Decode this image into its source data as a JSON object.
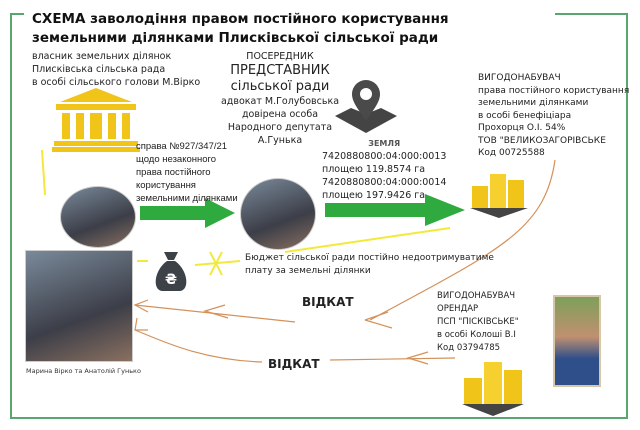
{
  "title": {
    "line1": "СХЕМА заволодіння правом постійного користування",
    "line2": "земельними ділянками Плисківської сільської ради"
  },
  "owner": {
    "lines": [
      "власник земельних ділянок",
      "Плисківська сільська рада",
      "в особі сільського голови М.Вірко"
    ]
  },
  "case": {
    "lines": [
      "справа №927/347/21",
      "щодо незаконного",
      "права  постійного",
      "користування",
      "земельними ділянками"
    ]
  },
  "intermediary": {
    "label": "ПОСЕРЕДНИК",
    "role1": "ПРЕДСТАВНИК",
    "role2": "сільської ради",
    "lines": [
      "адвокат М.Голубовська",
      "довірена особа",
      "Народного депутата",
      "А.Гунька"
    ]
  },
  "land": {
    "label": "ЗЕМЛЯ",
    "lines": [
      "7420880800:04:000:0013",
      "площею 119.8574 га",
      "7420880800:04:000:0014",
      "площею 197.9426 га"
    ]
  },
  "beneficiary1": {
    "lines": [
      "ВИГОДОНАБУВАЧ",
      "права  постійного користування",
      "земельними ділянками",
      "в особі  бенефіціара",
      "Прохорця О.І. 54%",
      "ТОВ \"ВЕЛИКОЗАГОРІВСЬКЕ",
      "Код 00725588"
    ]
  },
  "budget": {
    "lines": [
      "Бюджет сільської ради постійно недоотримуватиме",
      "плату за земельні ділянки"
    ]
  },
  "kickback1": "ВІДКАТ",
  "kickback2": "ВІДКАТ",
  "beneficiary2": {
    "lines": [
      "ВИГОДОНАБУВАЧ",
      "ОРЕНДАР",
      "ПСП \"ПІСКІВСЬКЕ\"",
      "в особі Колоші В.І",
      "Код 03794785"
    ]
  },
  "couple_caption": "Марина Вірко та Анатолій Гунько",
  "colors": {
    "frame": "#5aa670",
    "yellow": "#f0c419",
    "arrow_green": "#2eaa3e",
    "kickback": "#d4915a"
  }
}
